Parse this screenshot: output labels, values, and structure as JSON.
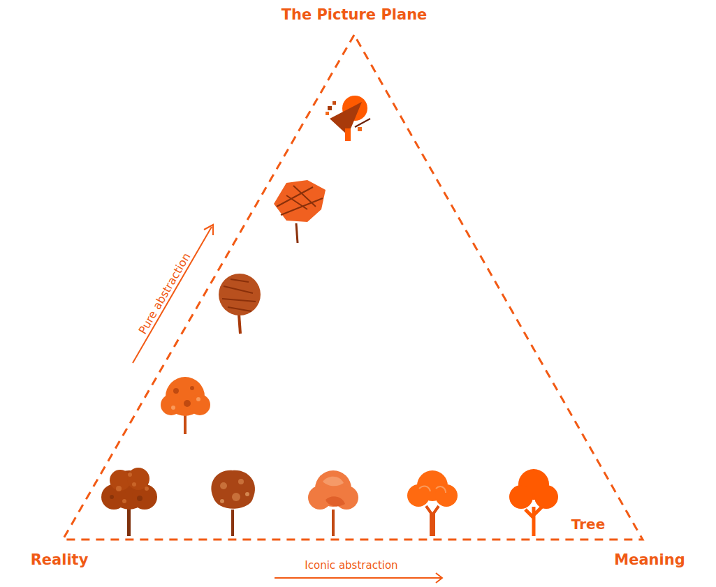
{
  "diagram": {
    "labels": [
      "The Picture Plane",
      "Pure abstraction",
      "Tree",
      "Reality",
      "Iconic abstraction",
      "Meaning"
    ]
  }
}
